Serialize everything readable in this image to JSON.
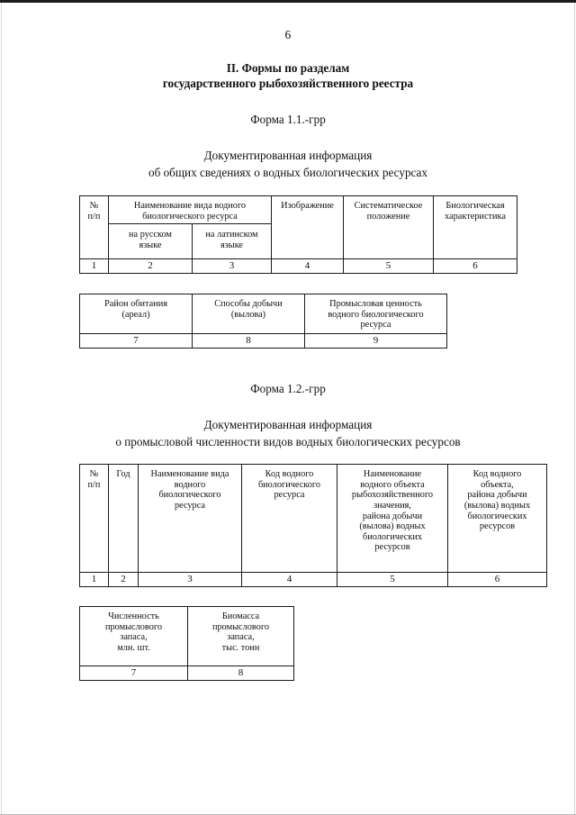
{
  "page": {
    "number": "6",
    "title_line1": "II. Формы по разделам",
    "title_line2": "государственного рыбохозяйственного реестра"
  },
  "form1": {
    "label": "Форма 1.1.-грр",
    "subtitle_line1": "Документированная информация",
    "subtitle_line2": "об общих сведениях о водных биологических ресурсах",
    "table_a": {
      "headers": {
        "no": "№\nп/п",
        "name_group": "Наименование вида водного\nбиологического ресурса",
        "name_ru": "на русском\nязыке",
        "name_lat": "на латинском\nязыке",
        "image": "Изображение",
        "systematic": "Систематическое\nположение",
        "biological": "Биологическая\nхарактеристика"
      },
      "numbers": [
        "1",
        "2",
        "3",
        "4",
        "5",
        "6"
      ]
    },
    "table_b": {
      "headers": {
        "habitat": "Район обитания\n(ареал)",
        "methods": "Способы добычи\n(вылова)",
        "value": "Промысловая ценность\nводного биологического\nресурса"
      },
      "numbers": [
        "7",
        "8",
        "9"
      ]
    }
  },
  "form2": {
    "label": "Форма 1.2.-грр",
    "subtitle_line1": "Документированная информация",
    "subtitle_line2": "о промысловой численности видов водных биологических ресурсов",
    "table_a": {
      "headers": {
        "no": "№\nп/п",
        "year": "Год",
        "species_name": "Наименование вида\nводного\nбиологического\nресурса",
        "species_code": "Код водного\nбиологического\nресурса",
        "waterbody_name": "Наименование\nводного объекта\nрыбохозяйственного\nзначения,\nрайона добычи\n(вылова) водных\nбиологических\nресурсов",
        "waterbody_code": "Код водного\nобъекта,\nрайона добычи\n(вылова) водных\nбиологических\nресурсов"
      },
      "numbers": [
        "1",
        "2",
        "3",
        "4",
        "5",
        "6"
      ]
    },
    "table_b": {
      "headers": {
        "stock_count": "Численность\nпромыслового\nзапаса,\nмлн. шт.",
        "stock_biomass": "Биомасса\nпромыслового\nзапаса,\nтыс. тонн"
      },
      "numbers": [
        "7",
        "8"
      ]
    }
  }
}
